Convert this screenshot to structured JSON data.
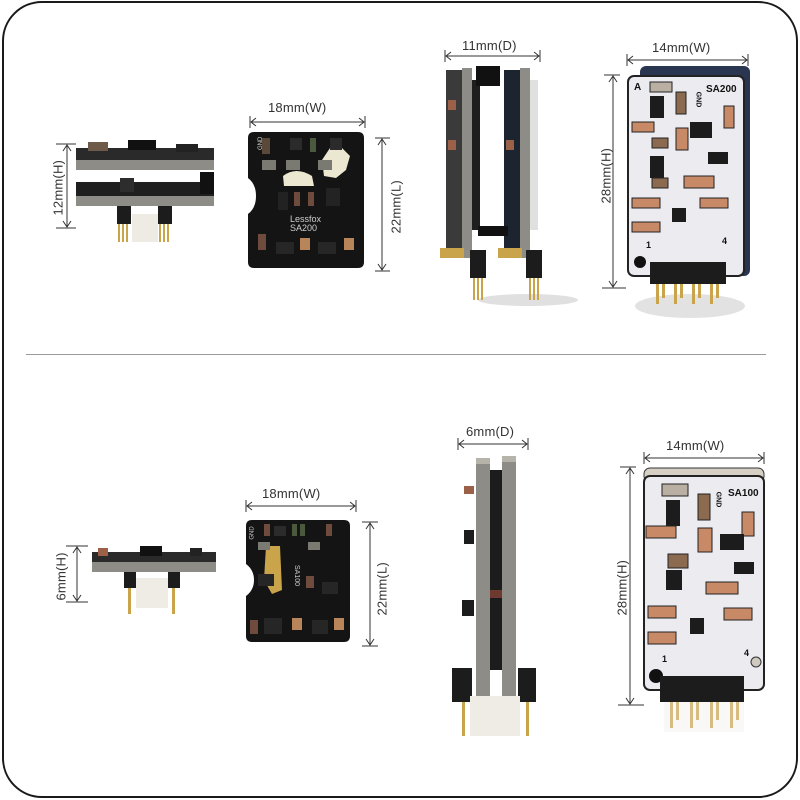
{
  "colors": {
    "frame": "#1a1a1a",
    "dimension_line": "#333333",
    "divider": "#9a9a9a",
    "pcb_black": "#141414",
    "pcb_white": "#ecebf0",
    "pcb_edge": "#8d8c86",
    "gold_pin": "#c9a44a",
    "header_black": "#1c1c1c"
  },
  "top_row": {
    "model": "SA200",
    "side_view": {
      "height_label": "12mm(H)"
    },
    "top_view": {
      "width_label": "18mm(W)",
      "length_label": "22mm(L)",
      "silkscreen_brand": "Lessfox",
      "silkscreen_model": "SA200",
      "silkscreen_gnd": "GND"
    },
    "edge_view": {
      "depth_label": "11mm(D)"
    },
    "front_view": {
      "width_label": "14mm(W)",
      "height_label": "28mm(H)",
      "silkscreen_model": "SA200",
      "silkscreen_gnd": "GND",
      "silkscreen_a": "A",
      "pin_1": "1",
      "pin_4": "4"
    }
  },
  "bottom_row": {
    "model": "SA100",
    "side_view": {
      "height_label": "6mm(H)"
    },
    "top_view": {
      "width_label": "18mm(W)",
      "length_label": "22mm(L)",
      "silkscreen_model": "SA100",
      "silkscreen_gnd": "GND"
    },
    "edge_view": {
      "depth_label": "6mm(D)"
    },
    "front_view": {
      "width_label": "14mm(W)",
      "height_label": "28mm(H)",
      "silkscreen_model": "SA100",
      "silkscreen_gnd": "GND",
      "pin_1": "1",
      "pin_4": "4"
    }
  }
}
